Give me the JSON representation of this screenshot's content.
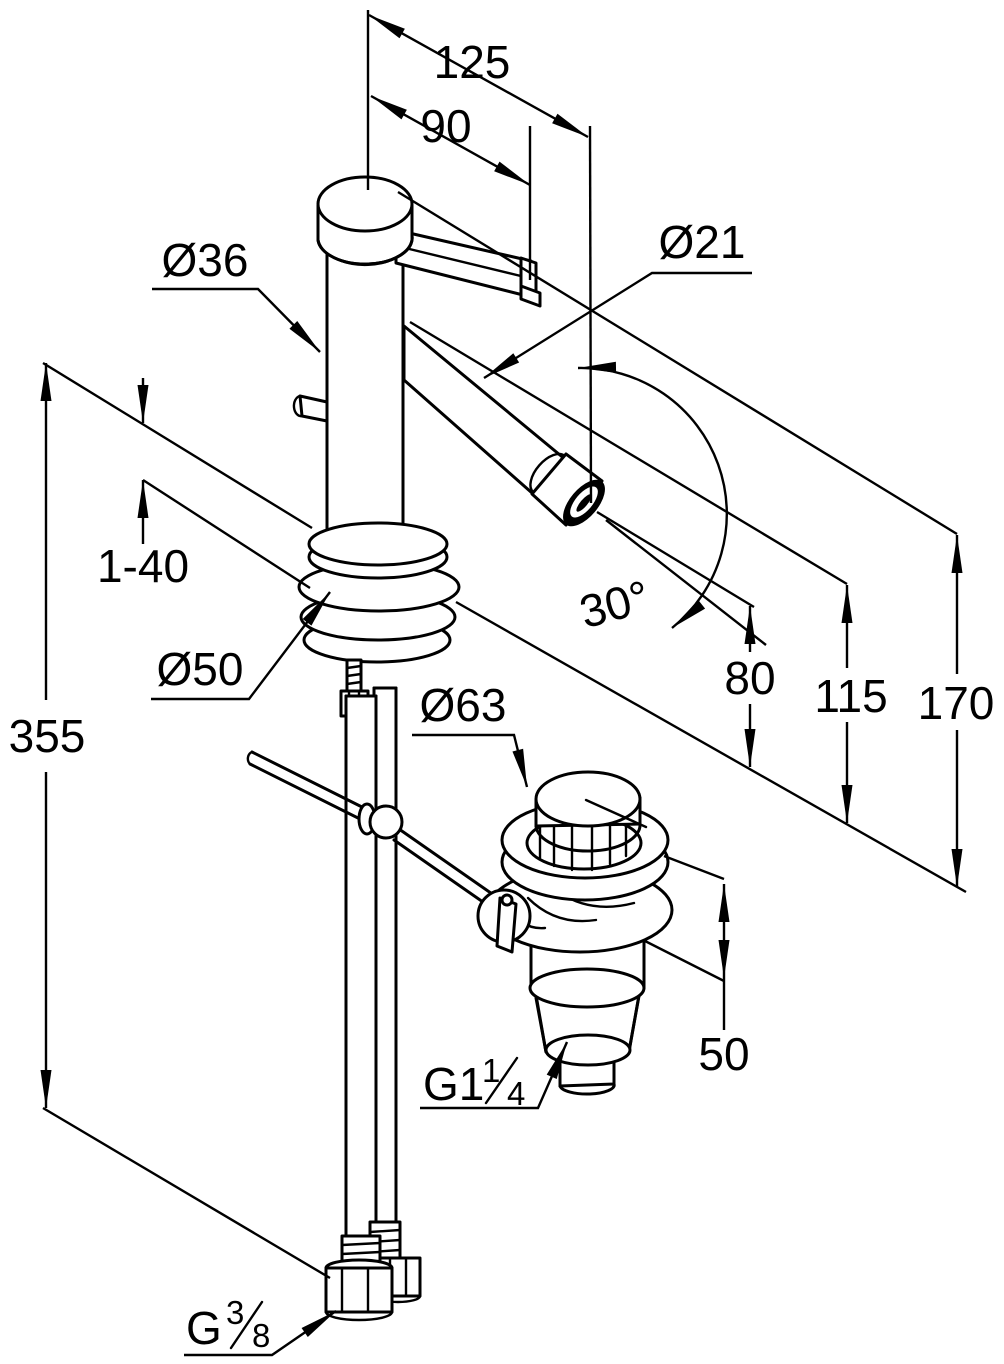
{
  "drawing_labels": {
    "d125": "125",
    "d90": "90",
    "dia36": "Ø36",
    "dia21": "Ø21",
    "clamp_range": "1-40",
    "dia50": "Ø50",
    "angle30": "30°",
    "d80": "80",
    "d115": "115",
    "d170": "170",
    "d355": "355",
    "dia63": "Ø63",
    "d50": "50",
    "g114_base": "G1",
    "g114_num": "1",
    "g114_den": "4",
    "g38_base": "G",
    "g38_num": "3",
    "g38_den": "8"
  },
  "colors": {
    "line": "#000000",
    "background": "#ffffff"
  }
}
